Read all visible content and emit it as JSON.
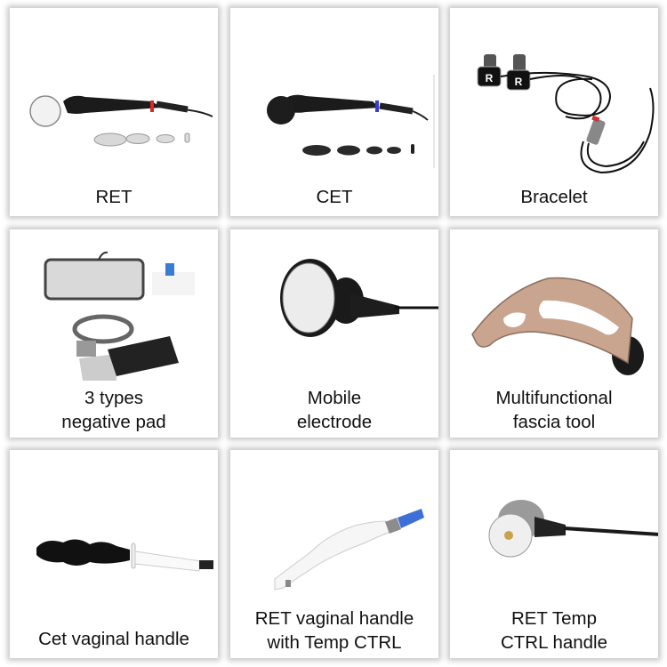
{
  "tiles": [
    {
      "id": "ret",
      "lines": [
        "RET"
      ]
    },
    {
      "id": "cet",
      "lines": [
        "CET"
      ]
    },
    {
      "id": "bracelet",
      "lines": [
        "Bracelet"
      ]
    },
    {
      "id": "negative-pad",
      "lines": [
        "3 types",
        "negative pad"
      ]
    },
    {
      "id": "mobile-electrode",
      "lines": [
        "Mobile",
        "electrode"
      ]
    },
    {
      "id": "fascia-tool",
      "lines": [
        "Multifunctional",
        "fascia tool"
      ]
    },
    {
      "id": "cet-vaginal",
      "lines": [
        "Cet vaginal handle"
      ]
    },
    {
      "id": "ret-vaginal",
      "lines": [
        "RET vaginal handle",
        "with Temp CTRL"
      ]
    },
    {
      "id": "ret-temp",
      "lines": [
        "RET Temp",
        "CTRL handle"
      ]
    }
  ],
  "colors": {
    "ret_ring": "#d42a2a",
    "cet_ring": "#3b3bd6",
    "pad_tab": "#3a7bd5",
    "vaginal_tip": "#3d6fd6",
    "fascia": "#c9a48e",
    "gold": "#c9a24a"
  }
}
